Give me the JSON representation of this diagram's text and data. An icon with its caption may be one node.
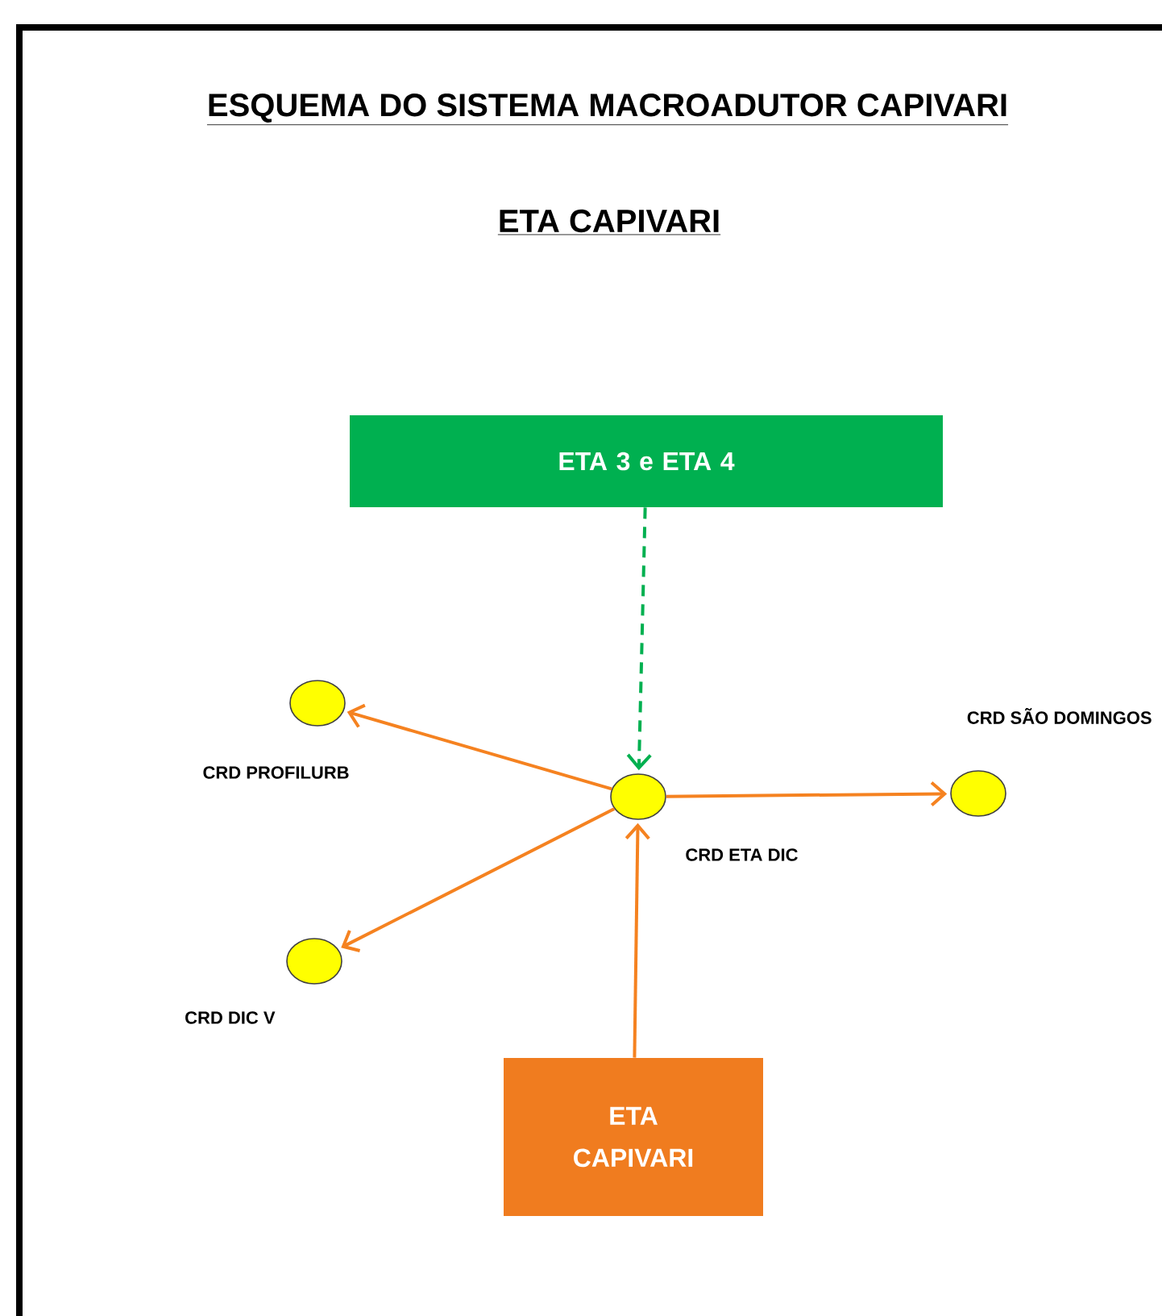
{
  "diagram": {
    "title": "ESQUEMA DO SISTEMA MACROADUTOR CAPIVARI",
    "nodes": [
      {
        "text": [
          "ETA 3 e ETA 4"
        ]
      },
      {
        "text": [],
        "shape": "circle",
        "beside": [
          "CRD PROFILURB"
        ]
      },
      {
        "text": [],
        "shape": "circle",
        "beside": [
          "CRD SÃO DOMINGOS"
        ]
      },
      {
        "text": [],
        "shape": "circle",
        "beside": [
          "CRD ETA DIC"
        ]
      },
      {
        "text": [],
        "shape": "circle",
        "beside": [
          "CRD DIC V"
        ]
      },
      {
        "text": [
          "ETA CAPIVARI"
        ]
      }
    ],
    "edges": [
      {
        "from": 0,
        "to": 3,
        "arrow": "to",
        "style": "dashed",
        "color": "#00b050"
      },
      {
        "from": 3,
        "to": 1,
        "arrow": "to"
      },
      {
        "from": 3,
        "to": 2,
        "arrow": "to"
      },
      {
        "from": 3,
        "to": 4,
        "arrow": "to"
      },
      {
        "from": 5,
        "to": 3,
        "arrow": "to"
      }
    ],
    "labels": [
      "ETA CAPIVARI"
    ]
  }
}
